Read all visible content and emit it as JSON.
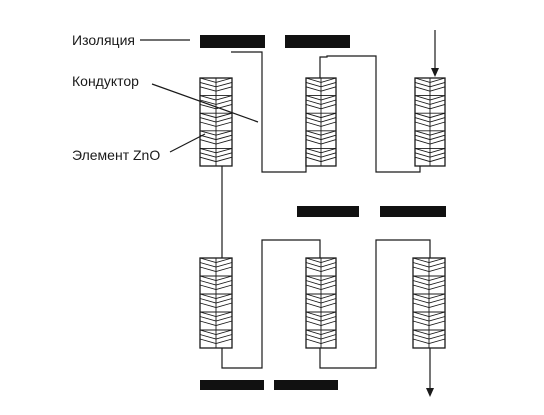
{
  "labels": {
    "insulation": "Изоляция",
    "conductor": "Кондуктор",
    "zno_element": "Элемент ZnO"
  },
  "colors": {
    "line": "#1a1a1a",
    "bar": "#111111",
    "background": "#ffffff"
  },
  "icons": {
    "current_in": "arrow-down-icon",
    "current_out": "arrow-down-icon"
  }
}
